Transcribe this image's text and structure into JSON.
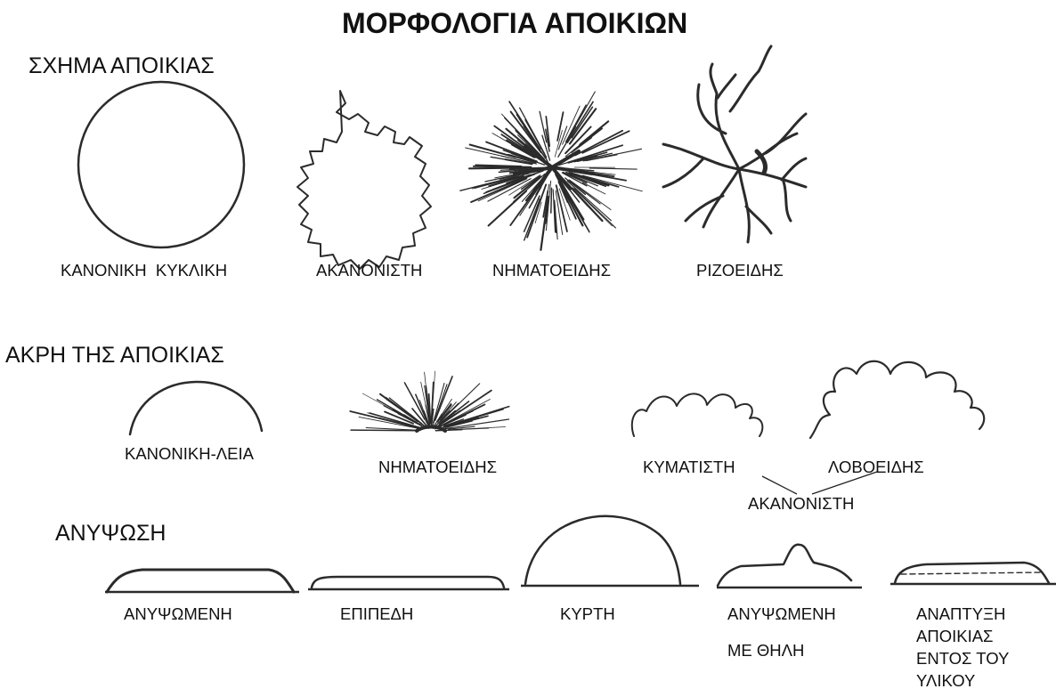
{
  "title": "ΜΟΡΦΟΛΟΓΙΑ ΑΠΟΙΚΙΩΝ",
  "sections": {
    "shape": {
      "heading": "ΣΧΗΜΑ ΑΠΟΙΚΙΑΣ",
      "labels": [
        "ΚΑΝΟΝΙΚΗ  ΚΥΚΛΙΚΗ",
        "ΑΚΑΝΟΝΙΣΤΗ",
        "ΝΗΜΑΤΟΕΙΔΗΣ",
        "ΡΙΖΟΕΙΔΗΣ"
      ]
    },
    "edge": {
      "heading": "ΑΚΡΗ ΤΗΣ ΑΠΟΙΚΙΑΣ",
      "labels": [
        "ΚΑΝΟΝΙΚΗ-ΛΕΙΑ",
        "ΝΗΜΑΤΟΕΙΔΗΣ",
        "ΚΥΜΑΤΙΣΤΗ",
        "ΛΟΒΟΕΙΔΗΣ"
      ],
      "group_label": "ΑΚΑΝΟΝΙΣΤΗ"
    },
    "elevation": {
      "heading": "ΑΝΥΨΩΣΗ",
      "labels": [
        "ΑΝΥΨΩΜΕΝΗ",
        "ΕΠΙΠΕΔΗ",
        "ΚΥΡΤΗ"
      ],
      "umbonate_lines": [
        "ΑΝΥΨΩΜΕΝΗ",
        "ΜΕ ΘΗΛΗ"
      ],
      "submerged_lines": [
        "ΑΝΑΠΤΥΞΗ",
        "ΑΠΟΙΚΙΑΣ",
        "ΕΝΤΟΣ ΤΟΥ",
        "ΥΛΙΚΟΥ"
      ]
    }
  }
}
